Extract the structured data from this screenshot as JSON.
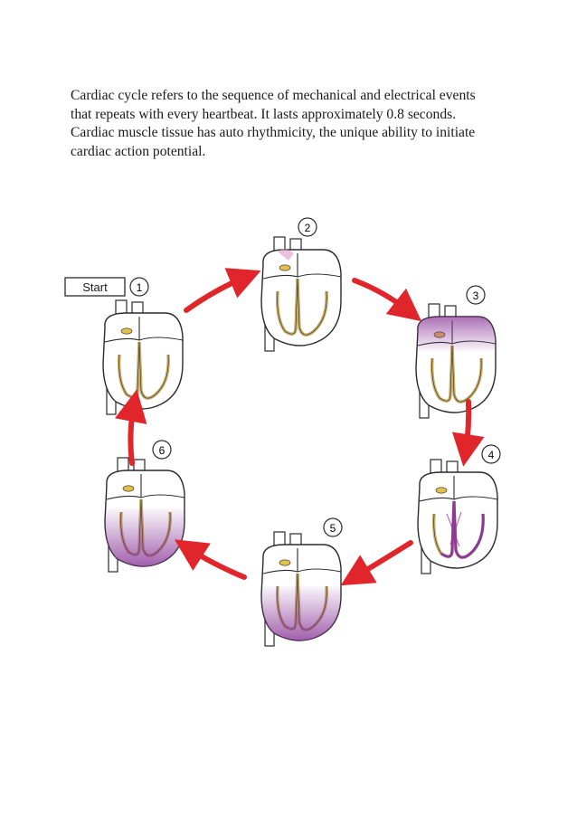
{
  "paragraphs": [
    "Cardiac cycle refers to the sequence of mechanical and electrical events that repeats with every heartbeat. It lasts approximately 0.8 seconds.",
    "Cardiac muscle tissue has auto rhythmicity, the unique ability to initiate cardiac action potential."
  ],
  "figure": {
    "start_label": "Start",
    "steps": [
      {
        "number": "1",
        "shade": 0.0
      },
      {
        "number": "2",
        "shade": 0.1
      },
      {
        "number": "3",
        "shade": 0.6
      },
      {
        "number": "4",
        "shade": 0.4
      },
      {
        "number": "5",
        "shade": 0.8
      },
      {
        "number": "6",
        "shade": 0.8
      }
    ],
    "colors": {
      "arrow": "#e0262b",
      "depolarization": "#8b3a9a",
      "conduction_path": "#c9b06a",
      "outline": "#2a2a2a"
    }
  }
}
